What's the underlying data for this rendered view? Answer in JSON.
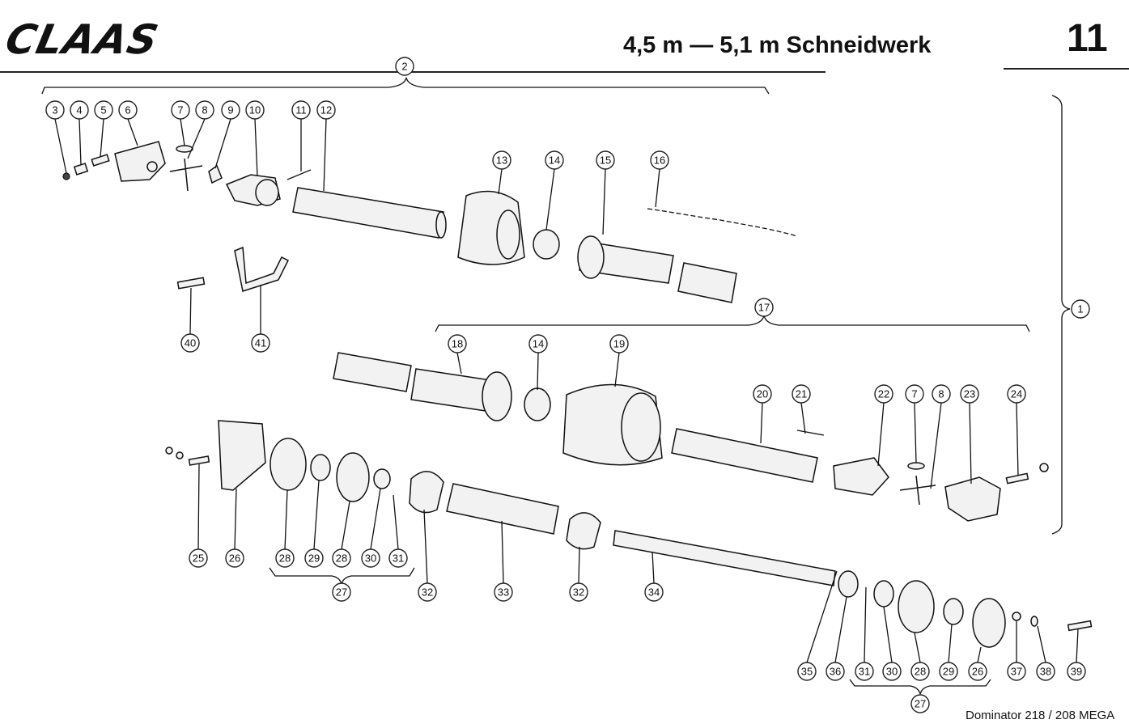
{
  "header": {
    "logo": "CLAAS",
    "title": "4,5 m — 5,1 m Schneidwerk",
    "page_number": "11"
  },
  "footer": {
    "model": "Dominator 218 / 208 MEGA"
  },
  "callouts": [
    {
      "id": "c1",
      "label": "1"
    },
    {
      "id": "c2",
      "label": "2"
    },
    {
      "id": "c3",
      "label": "3"
    },
    {
      "id": "c4",
      "label": "4"
    },
    {
      "id": "c5",
      "label": "5"
    },
    {
      "id": "c6",
      "label": "6"
    },
    {
      "id": "c7a",
      "label": "7"
    },
    {
      "id": "c8a",
      "label": "8"
    },
    {
      "id": "c9",
      "label": "9"
    },
    {
      "id": "c10",
      "label": "10"
    },
    {
      "id": "c11",
      "label": "11"
    },
    {
      "id": "c12",
      "label": "12"
    },
    {
      "id": "c13",
      "label": "13"
    },
    {
      "id": "c14a",
      "label": "14"
    },
    {
      "id": "c15",
      "label": "15"
    },
    {
      "id": "c16",
      "label": "16"
    },
    {
      "id": "c40",
      "label": "40"
    },
    {
      "id": "c41",
      "label": "41"
    },
    {
      "id": "c17",
      "label": "17"
    },
    {
      "id": "c18",
      "label": "18"
    },
    {
      "id": "c14b",
      "label": "14"
    },
    {
      "id": "c19",
      "label": "19"
    },
    {
      "id": "c20",
      "label": "20"
    },
    {
      "id": "c21",
      "label": "21"
    },
    {
      "id": "c22",
      "label": "22"
    },
    {
      "id": "c7b",
      "label": "7"
    },
    {
      "id": "c8b",
      "label": "8"
    },
    {
      "id": "c23",
      "label": "23"
    },
    {
      "id": "c24",
      "label": "24"
    },
    {
      "id": "c25",
      "label": "25"
    },
    {
      "id": "c26",
      "label": "26"
    },
    {
      "id": "c28a",
      "label": "28"
    },
    {
      "id": "c29a",
      "label": "29"
    },
    {
      "id": "c28b",
      "label": "28"
    },
    {
      "id": "c30a",
      "label": "30"
    },
    {
      "id": "c31a",
      "label": "31"
    },
    {
      "id": "c27a",
      "label": "27"
    },
    {
      "id": "c32a",
      "label": "32"
    },
    {
      "id": "c33",
      "label": "33"
    },
    {
      "id": "c32b",
      "label": "32"
    },
    {
      "id": "c34",
      "label": "34"
    },
    {
      "id": "c35",
      "label": "35"
    },
    {
      "id": "c36",
      "label": "36"
    },
    {
      "id": "c31b",
      "label": "31"
    },
    {
      "id": "c30b",
      "label": "30"
    },
    {
      "id": "c28c",
      "label": "28"
    },
    {
      "id": "c29b",
      "label": "29"
    },
    {
      "id": "c26b",
      "label": "26"
    },
    {
      "id": "c37",
      "label": "37"
    },
    {
      "id": "c38",
      "label": "38"
    },
    {
      "id": "c39",
      "label": "39"
    },
    {
      "id": "c27b",
      "label": "27"
    }
  ]
}
